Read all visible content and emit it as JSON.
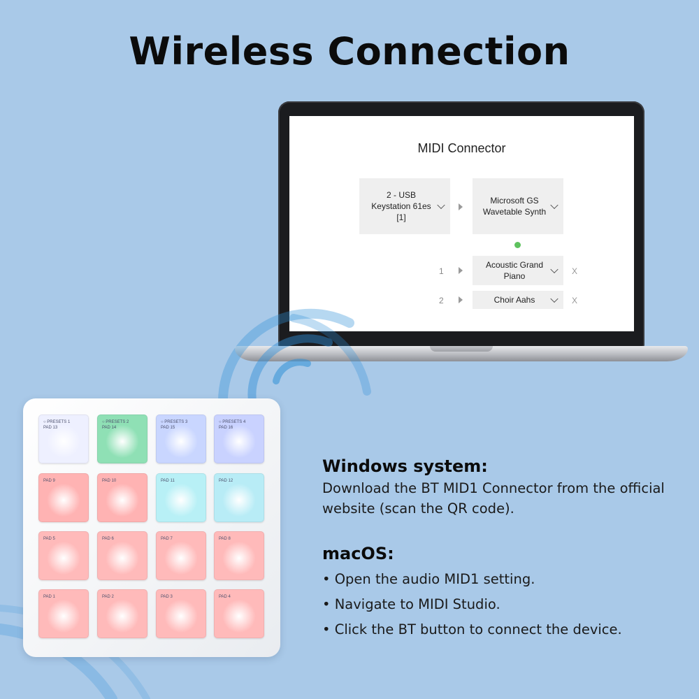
{
  "title": "Wireless Connection",
  "screen": {
    "app_title": "MIDI Connector",
    "input_device": "2 - USB\nKeystation 61es\n[1]",
    "output_device": "Microsoft GS\nWavetable Synth",
    "channels": [
      {
        "number": "1",
        "instrument": "Acoustic Grand\nPiano",
        "remove": "X"
      },
      {
        "number": "2",
        "instrument": "Choir Aahs",
        "remove": "X"
      }
    ]
  },
  "pads": [
    {
      "label": "○ PRESETS 1\nPAD 13",
      "color": "#eef0ff"
    },
    {
      "label": "○ PRESETS 2\nPAD 14",
      "color": "#8fe0b5"
    },
    {
      "label": "○ PRESETS 3\nPAD 15",
      "color": "#c9d6ff"
    },
    {
      "label": "○ PRESETS 4\nPAD 16",
      "color": "#c9d2ff"
    },
    {
      "label": "PAD 9",
      "color": "#ffb3b3"
    },
    {
      "label": "PAD 10",
      "color": "#ffb3b3"
    },
    {
      "label": "PAD 11",
      "color": "#b8f0f6"
    },
    {
      "label": "PAD 12",
      "color": "#b8ecf6"
    },
    {
      "label": "PAD 5",
      "color": "#ffbaba"
    },
    {
      "label": "PAD 6",
      "color": "#ffbaba"
    },
    {
      "label": "PAD 7",
      "color": "#ffbaba"
    },
    {
      "label": "PAD 8",
      "color": "#ffbaba"
    },
    {
      "label": "PAD 1",
      "color": "#ffbaba"
    },
    {
      "label": "PAD 2",
      "color": "#ffbaba"
    },
    {
      "label": "PAD 3",
      "color": "#ffbaba"
    },
    {
      "label": "PAD 4",
      "color": "#ffbaba"
    }
  ],
  "windows": {
    "heading": "Windows system:",
    "text": "Download the BT MID1 Connector from the official\nwebsite (scan the QR code)."
  },
  "macos": {
    "heading": "macOS:",
    "steps": [
      "• Open the audio MID1 setting.",
      "• Navigate to MIDI Studio.",
      "• Click the BT button to connect the device."
    ]
  },
  "colors": {
    "background": "#a9c9e8",
    "status_dot": "#5ec25e",
    "wave": "#2f8fd6"
  }
}
